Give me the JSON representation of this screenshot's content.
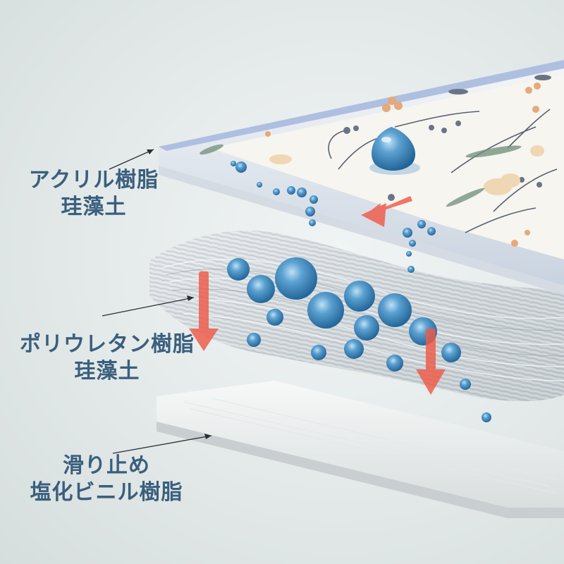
{
  "layers": [
    {
      "line1": "アクリル樹脂",
      "line2": "珪藻土"
    },
    {
      "line1": "ポリウレタン樹脂",
      "line2": "珪藻土"
    },
    {
      "line1": "滑り止め",
      "line2": "塩化ビニル樹脂"
    }
  ],
  "colors": {
    "label_text": "#3b5f7d",
    "arrow": "#ef5a47",
    "water": "#3d83bb",
    "top_edge": "#aebfe0",
    "background": "#e7ecec"
  }
}
